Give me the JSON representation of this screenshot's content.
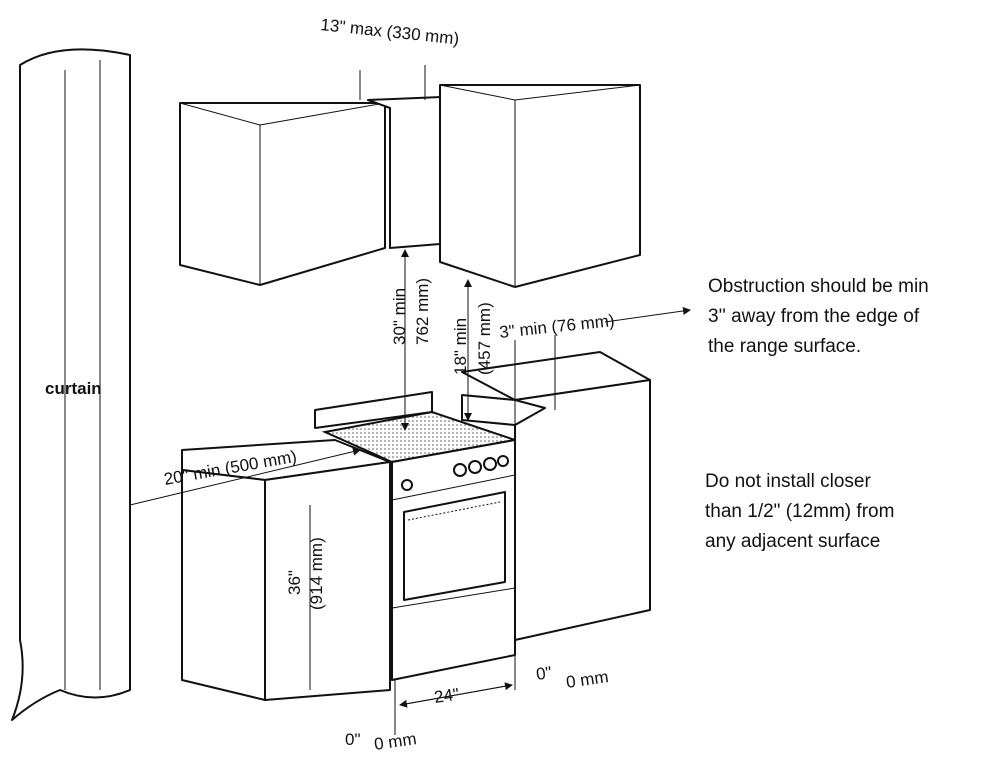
{
  "labels": {
    "hood_gap": "13\" max (330 mm)",
    "curtain": "curtain",
    "min_30": "30\" min",
    "mm_762": "762 mm)",
    "min_18": "18\" min",
    "mm_457": "(457 mm)",
    "side_3": "3\" min (76 mm)",
    "side_20": "20\" min (500 mm)",
    "height_36": "36\"",
    "mm_914": "(914 mm)",
    "width_24": "24\"",
    "zero_right_in": "0\"",
    "zero_right_mm": "0 mm",
    "zero_bottom_in": "0\"",
    "zero_bottom_mm": "0 mm"
  },
  "notes": {
    "obstruction": [
      "Obstruction should be min",
      "3'' away from the edge of",
      "the range surface."
    ],
    "clearance": [
      "Do not install closer",
      "than 1/2\" (12mm) from",
      "any adjacent surface"
    ]
  }
}
